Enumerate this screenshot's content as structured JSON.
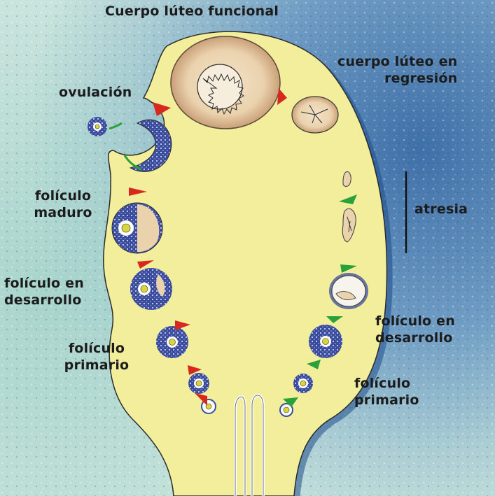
{
  "title": "Cuerpo lúteo funcional",
  "labels": {
    "regression": [
      "cuerpo lúteo en",
      "regresión"
    ],
    "ovulation": "ovulación",
    "atresia": "atresia",
    "mature": [
      "folículo",
      "maduro"
    ],
    "developing_left": [
      "folículo en",
      "desarrollo"
    ],
    "primary_left": [
      "folículo",
      "primario"
    ],
    "developing_right": [
      "folículo en",
      "desarrollo"
    ],
    "primary_right": [
      "folículo",
      "primario"
    ]
  },
  "colors": {
    "ovary": "#f2ee9c",
    "background_blue": "#5f8fbd",
    "background_light": "#cfe2e3",
    "arrow_red": "#d8271c",
    "arrow_green": "#2aa13a",
    "follicle_ring": "#3a4a9c",
    "follicle_center": "#d8d63a",
    "corpus_luteum": "#e9d6b7"
  }
}
